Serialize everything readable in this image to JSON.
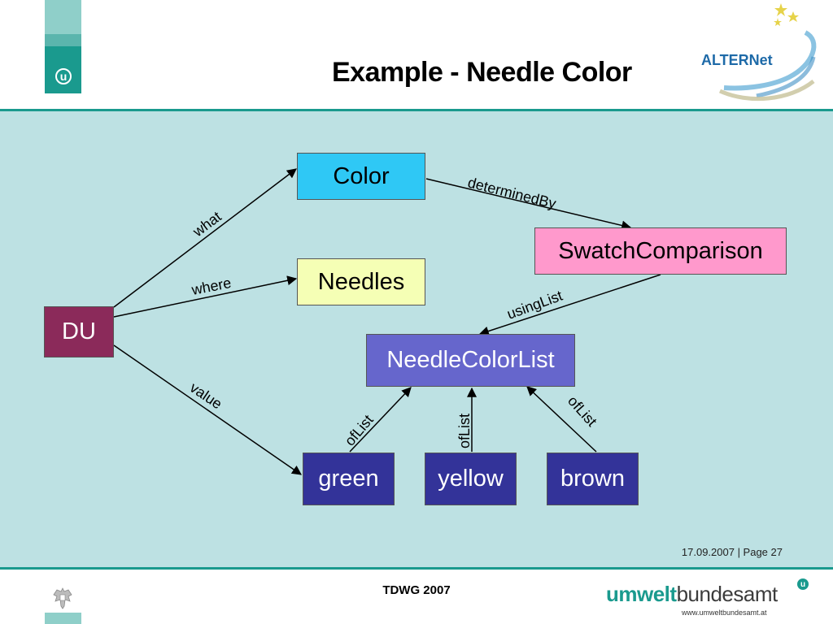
{
  "header": {
    "title": "Example - Needle Color",
    "left_logo_letter": "u",
    "partner_logo_text": "ALTERNet",
    "colors": {
      "teal": "#1a9a8e",
      "teal_light": "#8fcfc9"
    }
  },
  "diagram": {
    "background": "#bde1e3",
    "nodes": [
      {
        "id": "du",
        "label": "DU",
        "fill": "#8b2a5a",
        "text_color": "#ffffff"
      },
      {
        "id": "color",
        "label": "Color",
        "fill": "#2fc8f5",
        "text_color": "#000000"
      },
      {
        "id": "needles",
        "label": "Needles",
        "fill": "#f5ffb5",
        "text_color": "#000000"
      },
      {
        "id": "swatch",
        "label": "SwatchComparison",
        "fill": "#ff99cc",
        "text_color": "#000000"
      },
      {
        "id": "ncl",
        "label": "NeedleColorList",
        "fill": "#6666cc",
        "text_color": "#ffffff"
      },
      {
        "id": "green",
        "label": "green",
        "fill": "#333399",
        "text_color": "#ffffff"
      },
      {
        "id": "yellow",
        "label": "yellow",
        "fill": "#333399",
        "text_color": "#ffffff"
      },
      {
        "id": "brown",
        "label": "brown",
        "fill": "#333399",
        "text_color": "#ffffff"
      }
    ],
    "edges": [
      {
        "id": "what",
        "from": "du",
        "to": "color",
        "label": "what"
      },
      {
        "id": "where",
        "from": "du",
        "to": "needles",
        "label": "where"
      },
      {
        "id": "value",
        "from": "du",
        "to": "green",
        "label": "value"
      },
      {
        "id": "determinedBy",
        "from": "color",
        "to": "swatch",
        "label": "determinedBy"
      },
      {
        "id": "usingList",
        "from": "swatch",
        "to": "ncl",
        "label": "usingList"
      },
      {
        "id": "oflist-green",
        "from": "green",
        "to": "ncl",
        "label": "ofList"
      },
      {
        "id": "oflist-yellow",
        "from": "yellow",
        "to": "ncl",
        "label": "ofList"
      },
      {
        "id": "oflist-brown",
        "from": "brown",
        "to": "ncl",
        "label": "ofList"
      }
    ]
  },
  "footer": {
    "date_page": "17.09.2007 | Page 27",
    "center_text": "TDWG 2007",
    "brand_bold": "umwelt",
    "brand_regular": "bundesamt",
    "brand_mark": "u",
    "url": "www.umweltbundesamt.at"
  }
}
